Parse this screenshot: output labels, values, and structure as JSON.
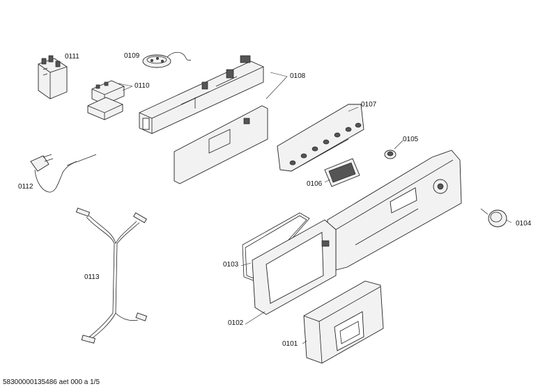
{
  "parts": [
    {
      "id": "p0111",
      "label": "0111"
    },
    {
      "id": "p0109",
      "label": "0109"
    },
    {
      "id": "p0110",
      "label": "0110"
    },
    {
      "id": "p0108",
      "label": "0108"
    },
    {
      "id": "p0107",
      "label": "0107"
    },
    {
      "id": "p0105",
      "label": "0105"
    },
    {
      "id": "p0112",
      "label": "0112"
    },
    {
      "id": "p0106",
      "label": "0106"
    },
    {
      "id": "p0104",
      "label": "0104"
    },
    {
      "id": "p0113",
      "label": "0113"
    },
    {
      "id": "p0103",
      "label": "0103"
    },
    {
      "id": "p0102",
      "label": "0102"
    },
    {
      "id": "p0101",
      "label": "0101"
    }
  ],
  "footer": "58300000135486 aet 000 a 1/5"
}
